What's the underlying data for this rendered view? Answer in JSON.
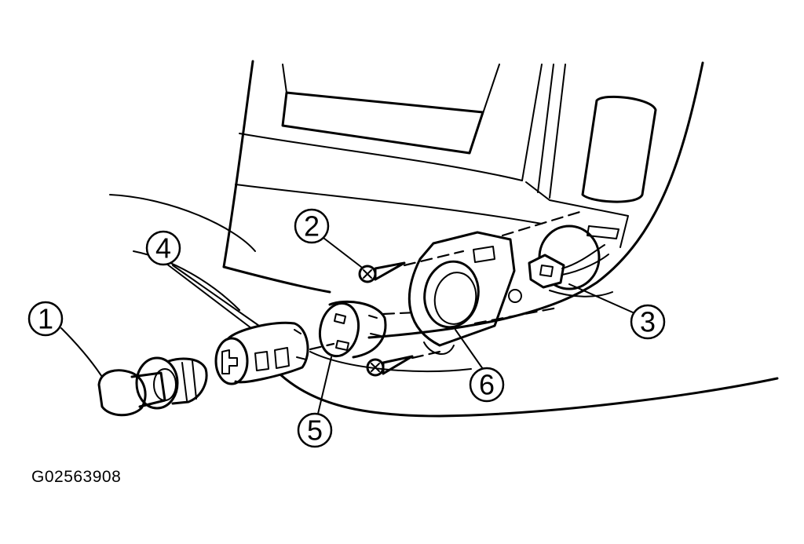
{
  "figure": {
    "code": "G02563908"
  },
  "callouts": [
    {
      "id": "1",
      "label": "1"
    },
    {
      "id": "2",
      "label": "2"
    },
    {
      "id": "3",
      "label": "3"
    },
    {
      "id": "4",
      "label": "4"
    },
    {
      "id": "5",
      "label": "5"
    },
    {
      "id": "6",
      "label": "6"
    }
  ],
  "colors": {
    "ink": "#000000",
    "paper": "#ffffff"
  }
}
